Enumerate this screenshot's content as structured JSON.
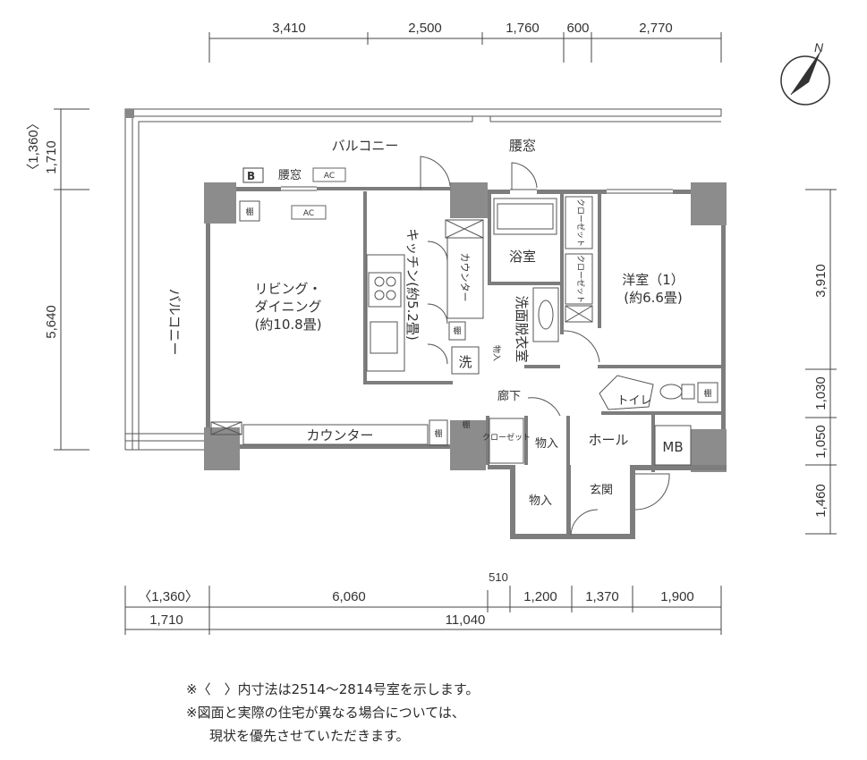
{
  "dimensions": {
    "top": [
      "3,410",
      "2,500",
      "1,760",
      "600",
      "2,770"
    ],
    "left": [
      "〈1,360〉",
      "1,710",
      "5,640"
    ],
    "right": [
      "3,910",
      "1,030",
      "1,050",
      "1,460"
    ],
    "bottom_row1": [
      "〈1,360〉",
      "6,060",
      "510",
      "1,200",
      "1,370",
      "1,900"
    ],
    "bottom_row2": [
      "1,710",
      "11,040"
    ]
  },
  "rooms": {
    "balcony_top": "バルコニー",
    "balcony_left": "バルコニー",
    "waist_window_top": "腰窓",
    "waist_window_left": "腰窓",
    "b_mark": "B",
    "ac": "AC",
    "shelf": "棚",
    "living_line1": "リビング・",
    "living_line2": "ダイニング",
    "living_line3": "(約10.8畳)",
    "kitchen": "キッチン(約5.2畳)",
    "counter_vertical": "カウンター",
    "counter_bottom": "カウンター",
    "bath": "浴室",
    "washroom": "洗面脱衣室",
    "storage_small": "物入",
    "laundry": "洗",
    "closet": "クローゼット",
    "western_line1": "洋室（1）",
    "western_line2": "(約6.6畳)",
    "toilet": "トイレ",
    "corridor": "廊下",
    "hall": "ホール",
    "mb": "MB",
    "storage1": "物入",
    "storage2": "物入",
    "entrance": "玄関",
    "north": "N"
  },
  "notes": {
    "line1": "※〈　〉内寸法は2514～2814号室を示します。",
    "line2": "※図面と実際の住宅が異なる場合については、",
    "line3": "現状を優先させていただきます。"
  }
}
